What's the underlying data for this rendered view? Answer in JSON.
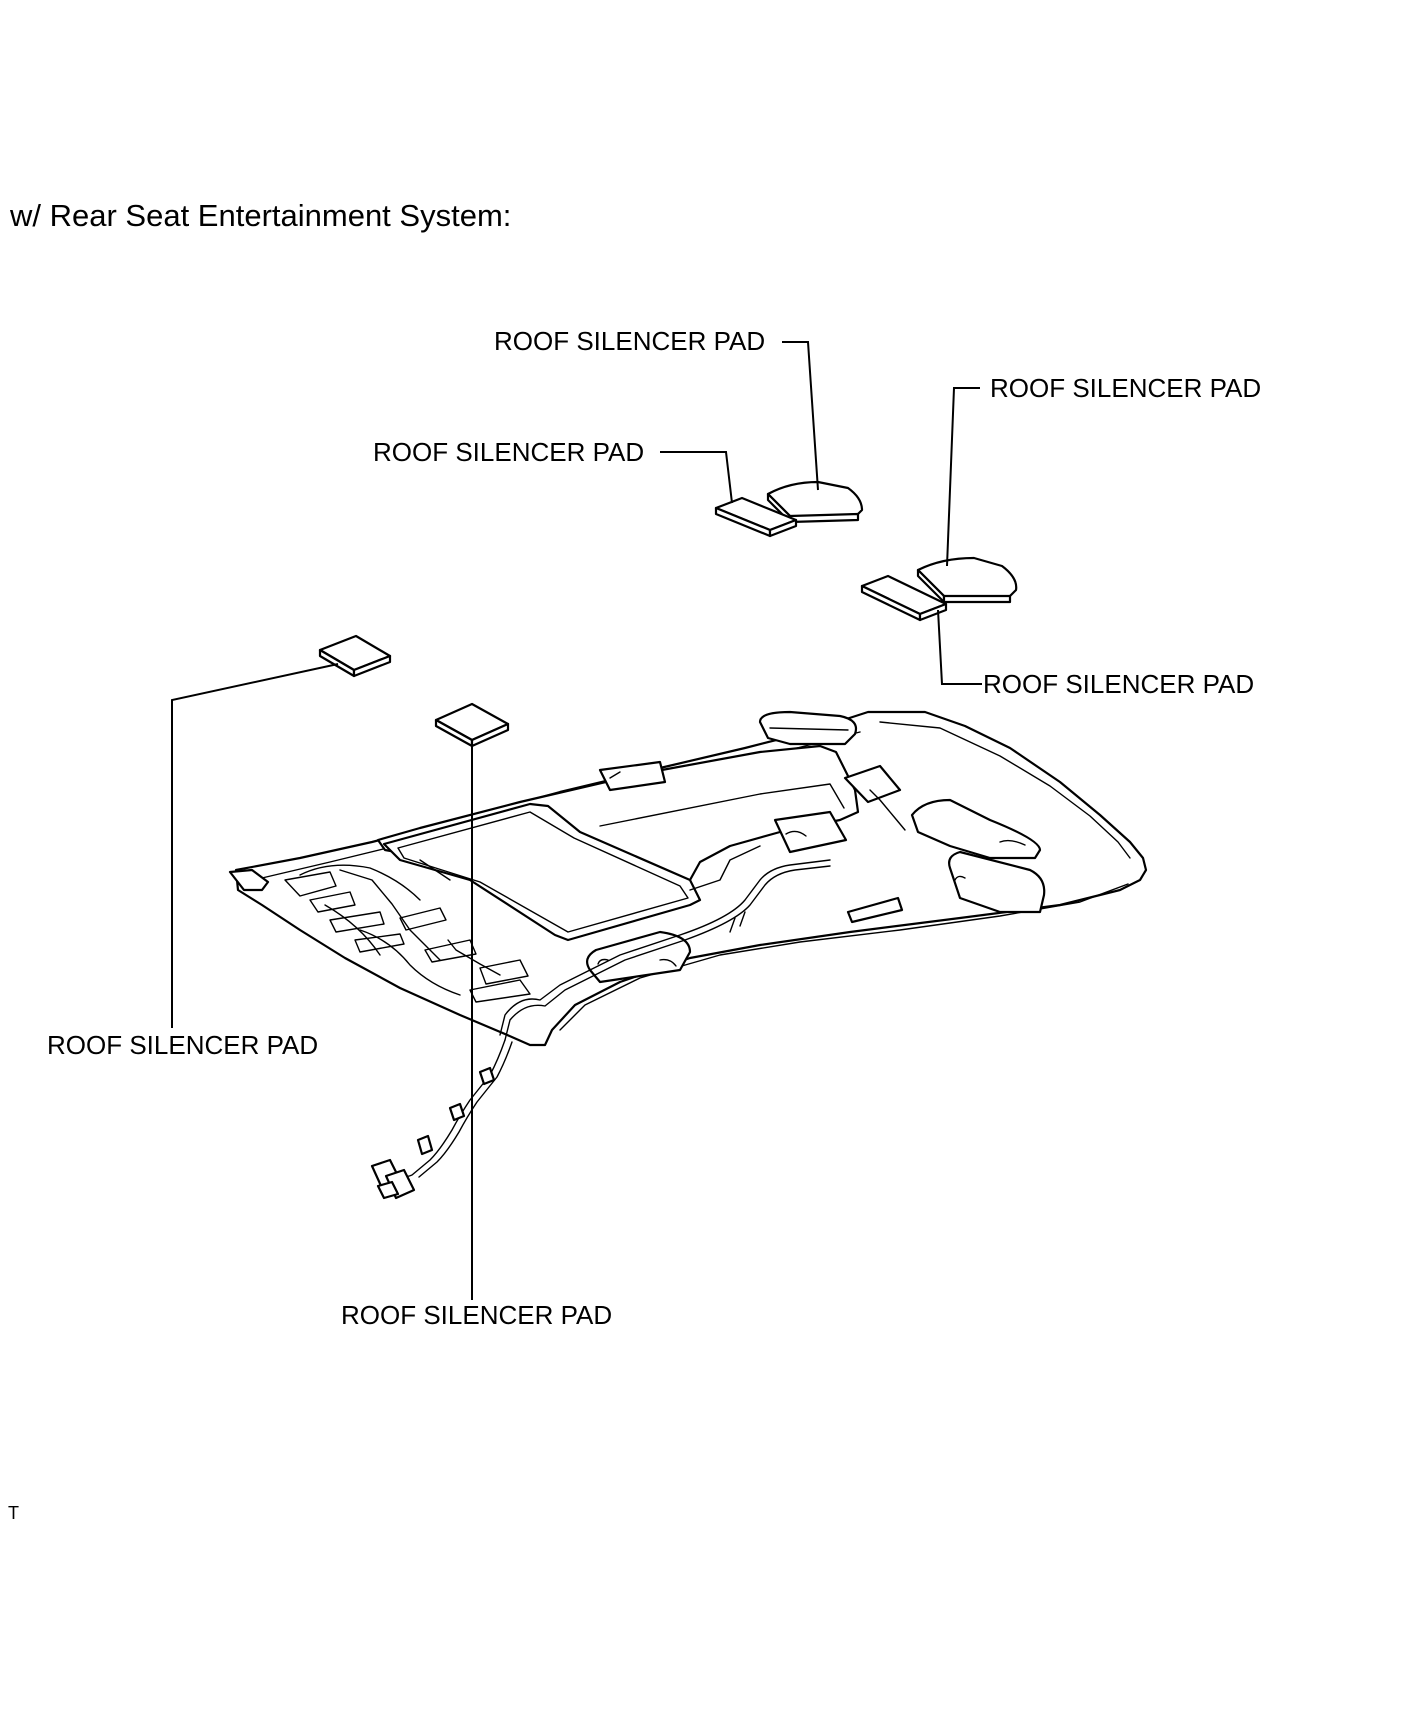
{
  "heading": "w/ Rear Seat Entertainment System:",
  "footer_code": "T",
  "callouts": [
    {
      "id": "pad-top-center",
      "label": "ROOF SILENCER PAD"
    },
    {
      "id": "pad-top-right",
      "label": "ROOF SILENCER PAD"
    },
    {
      "id": "pad-center-strip",
      "label": "ROOF SILENCER PAD"
    },
    {
      "id": "pad-right-strip",
      "label": "ROOF SILENCER PAD"
    },
    {
      "id": "pad-left",
      "label": "ROOF SILENCER PAD"
    },
    {
      "id": "pad-front-center",
      "label": "ROOF SILENCER PAD"
    }
  ]
}
